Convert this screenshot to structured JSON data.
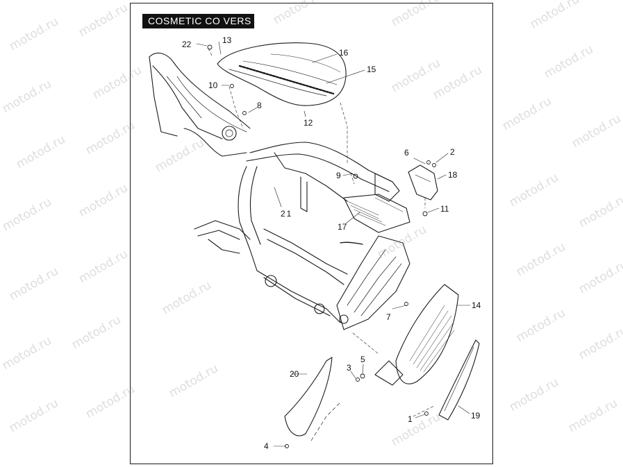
{
  "title": "COSMETIC CO VERS",
  "watermark": "motod.ru",
  "callouts": {
    "n1": "1",
    "n2": "2",
    "n3": "3",
    "n4": "4",
    "n5": "5",
    "n6": "6",
    "n7": "7",
    "n8": "8",
    "n9": "9",
    "n10": "10",
    "n11": "11",
    "n12": "12",
    "n13": "13",
    "n14": "14",
    "n15": "15",
    "n16": "16",
    "n17": "17",
    "n18": "18",
    "n19": "19",
    "n20": "20",
    "n21": "21",
    "n22": "22"
  }
}
